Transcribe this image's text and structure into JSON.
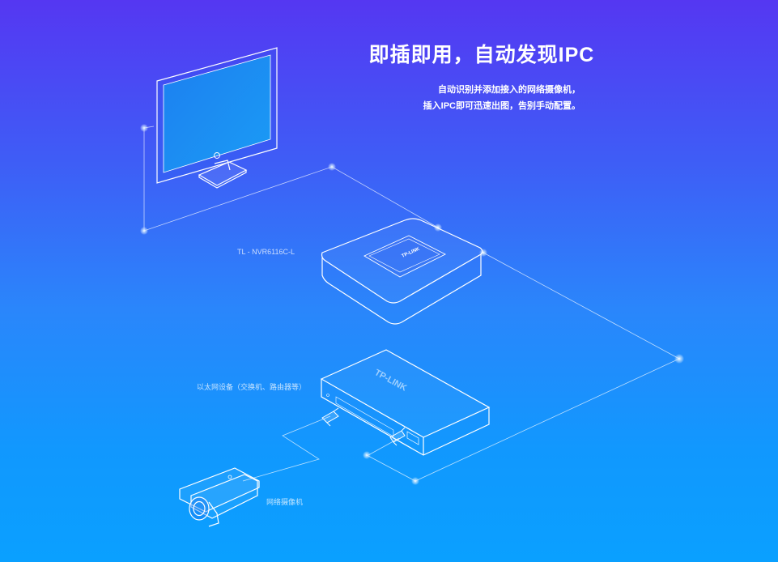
{
  "hero": {
    "title": "即插即用，自动发现IPC",
    "description": [
      "自动识别并添加接入的网络摄像机，",
      "插入IPC即可迅速出图，告别手动配置。"
    ]
  },
  "devices": {
    "nvr_label": "TL - NVR6116C-L",
    "nvr_logo": "TP-LINK",
    "switch_label": "以太网设备（交换机、路由器等）",
    "switch_logo": "TP-LINK",
    "camera_label": "网络摄像机"
  },
  "colors": {
    "gradient_top": "#5537f2",
    "gradient_bottom": "#0aa0ff",
    "line": "#ffffff"
  }
}
